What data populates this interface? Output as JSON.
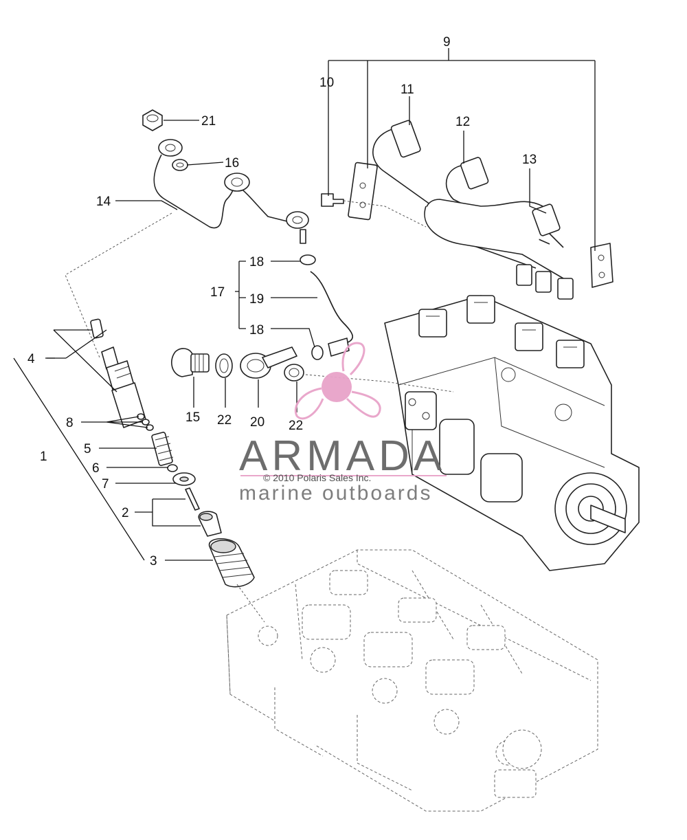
{
  "callouts": {
    "c1": "1",
    "c2": "2",
    "c3": "3",
    "c4": "4",
    "c5": "5",
    "c6": "6",
    "c7": "7",
    "c8": "8",
    "c9": "9",
    "c10": "10",
    "c11": "11",
    "c12": "12",
    "c13": "13",
    "c14": "14",
    "c15": "15",
    "c16": "16",
    "c17": "17",
    "c18a": "18",
    "c18b": "18",
    "c19": "19",
    "c20": "20",
    "c21": "21",
    "c22a": "22",
    "c22b": "22"
  },
  "watermark": {
    "brand": "ARMADA",
    "copyright": "© 2010 Polaris Sales Inc.",
    "tagline": "marine outboards",
    "accent_color": "#e8a3c9"
  }
}
